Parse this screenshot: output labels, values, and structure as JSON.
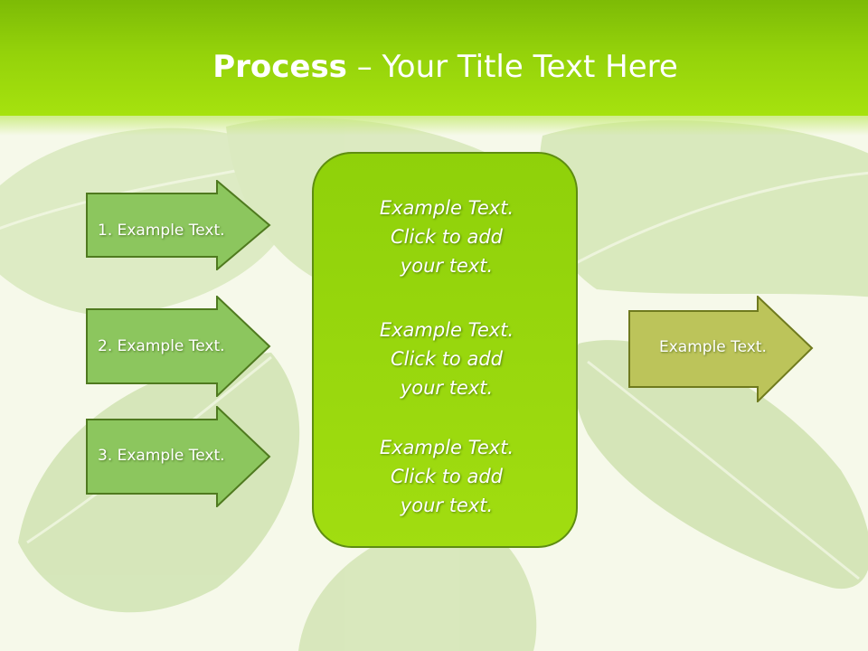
{
  "title": {
    "bold": "Process",
    "rest": " – Your Title Text Here"
  },
  "left_arrows": [
    {
      "label": "1. Example Text."
    },
    {
      "label": "2. Example Text."
    },
    {
      "label": "3. Example Text."
    }
  ],
  "center_box": {
    "blocks": [
      {
        "line1": "Example Text.",
        "line2": "Click  to add",
        "line3": "your text."
      },
      {
        "line1": "Example Text.",
        "line2": "Click  to add",
        "line3": "your text."
      },
      {
        "line1": "Example Text.",
        "line2": "Click  to add",
        "line3": "your text."
      }
    ]
  },
  "right_arrow": {
    "label": "Example Text."
  },
  "colors": {
    "header": "#94d20a",
    "left_arrow_fill": "#8cc65e",
    "left_arrow_border": "#4f7a1f",
    "center_fill": "#9ad80c",
    "right_arrow_fill": "#bcc45a",
    "right_arrow_border": "#6f7a1e"
  }
}
